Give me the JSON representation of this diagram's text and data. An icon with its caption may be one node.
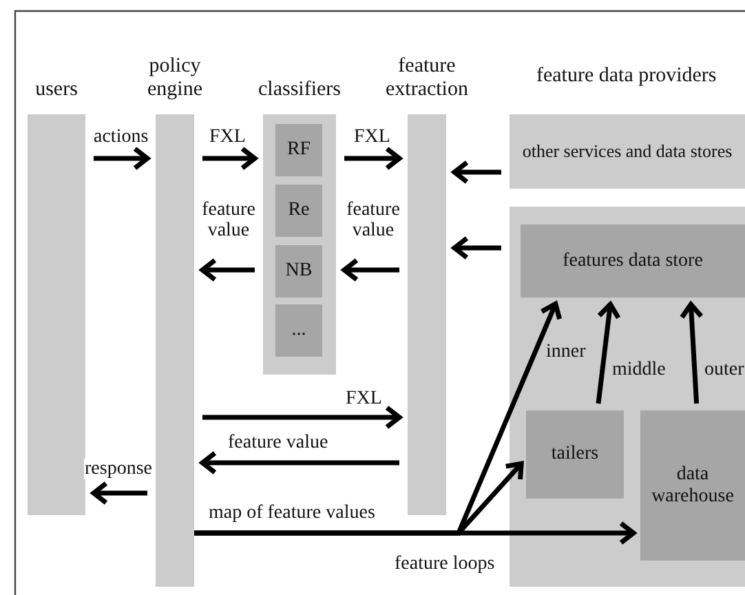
{
  "diagram": {
    "nodes": [
      {
        "text": [
          "users"
        ]
      },
      {
        "text": [
          "policy engine"
        ]
      },
      {
        "text": [
          "classifiers"
        ]
      },
      {
        "text": [
          "RF"
        ],
        "in": 2
      },
      {
        "text": [
          "Re"
        ],
        "in": 2
      },
      {
        "text": [
          "NB"
        ],
        "in": 2
      },
      {
        "text": [
          "..."
        ],
        "in": 2
      },
      {
        "text": [
          "feature extraction"
        ]
      },
      {
        "text": [
          "other services and data stores"
        ]
      },
      {
        "text": [],
        "shape": "box"
      },
      {
        "text": [
          "features data store"
        ],
        "in": 9
      },
      {
        "text": [
          "tailers"
        ],
        "in": 9
      },
      {
        "text": [
          "data warehouse"
        ],
        "in": 9
      }
    ],
    "edges": [
      {
        "from": 0,
        "to": 1,
        "arrow": "to",
        "label": "actions"
      },
      {
        "from": 1,
        "to": 2,
        "arrow": "to",
        "label": "FXL"
      },
      {
        "from": 2,
        "to": 7,
        "arrow": "to",
        "label": "FXL"
      },
      {
        "from": 7,
        "to": 2,
        "arrow": "to",
        "label": "feature value"
      },
      {
        "from": 2,
        "to": 1,
        "arrow": "to",
        "label": "feature value"
      },
      {
        "from": 8,
        "to": 7,
        "arrow": "to"
      },
      {
        "from": 9,
        "to": 7,
        "arrow": "to"
      },
      {
        "from": 1,
        "to": 7,
        "arrow": "to",
        "label": "FXL"
      },
      {
        "from": 7,
        "to": 1,
        "arrow": "to",
        "label": "feature value"
      },
      {
        "from": 1,
        "to": 0,
        "arrow": "to",
        "label": "response"
      },
      {
        "from": 1,
        "to": 12,
        "arrow": "to",
        "label": "map of feature values"
      },
      {
        "from": 1,
        "to": 11,
        "arrow": "to"
      },
      {
        "from": 1,
        "to": 10,
        "arrow": "to",
        "label": "inner"
      },
      {
        "from": 11,
        "to": 10,
        "arrow": "to",
        "label": "middle"
      },
      {
        "from": 12,
        "to": 10,
        "arrow": "to",
        "label": "outer"
      }
    ],
    "labels": [
      "feature data providers",
      "feature loops"
    ]
  }
}
